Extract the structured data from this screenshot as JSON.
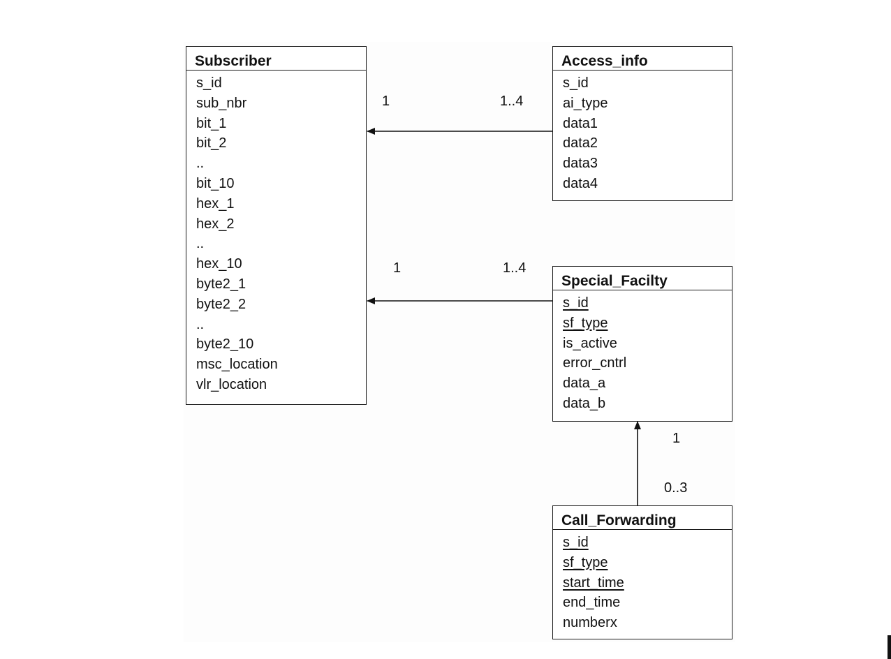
{
  "entities": {
    "subscriber": {
      "title": "Subscriber",
      "attributes": [
        {
          "label": "s_id",
          "key": false
        },
        {
          "label": "sub_nbr",
          "key": false
        },
        {
          "label": "bit_1",
          "key": false
        },
        {
          "label": "bit_2",
          "key": false
        },
        {
          "label": "..",
          "key": false
        },
        {
          "label": "bit_10",
          "key": false
        },
        {
          "label": "hex_1",
          "key": false
        },
        {
          "label": "hex_2",
          "key": false
        },
        {
          "label": "..",
          "key": false
        },
        {
          "label": "hex_10",
          "key": false
        },
        {
          "label": "byte2_1",
          "key": false
        },
        {
          "label": "byte2_2",
          "key": false
        },
        {
          "label": "..",
          "key": false
        },
        {
          "label": "byte2_10",
          "key": false
        },
        {
          "label": "msc_location",
          "key": false
        },
        {
          "label": "vlr_location",
          "key": false
        }
      ]
    },
    "access_info": {
      "title": "Access_info",
      "attributes": [
        {
          "label": "s_id",
          "key": false
        },
        {
          "label": "ai_type",
          "key": false
        },
        {
          "label": "data1",
          "key": false
        },
        {
          "label": "data2",
          "key": false
        },
        {
          "label": "data3",
          "key": false
        },
        {
          "label": "data4",
          "key": false
        }
      ]
    },
    "special_facility": {
      "title": "Special_Facilty",
      "attributes": [
        {
          "label": "s_id",
          "key": true
        },
        {
          "label": "sf_type",
          "key": true
        },
        {
          "label": "is_active",
          "key": false
        },
        {
          "label": "error_cntrl",
          "key": false
        },
        {
          "label": "data_a",
          "key": false
        },
        {
          "label": "data_b",
          "key": false
        }
      ]
    },
    "call_forwarding": {
      "title": "Call_Forwarding",
      "attributes": [
        {
          "label": "s_id",
          "key": true
        },
        {
          "label": "sf_type",
          "key": true
        },
        {
          "label": "start_time",
          "key": true
        },
        {
          "label": "end_time",
          "key": false
        },
        {
          "label": "numberx",
          "key": false
        }
      ]
    }
  },
  "relations": {
    "access_to_subscriber": {
      "from_mult": "1..4",
      "to_mult": "1"
    },
    "facility_to_subscriber": {
      "from_mult": "1..4",
      "to_mult": "1"
    },
    "forwarding_to_facility": {
      "from_mult": "0..3",
      "to_mult": "1"
    }
  }
}
